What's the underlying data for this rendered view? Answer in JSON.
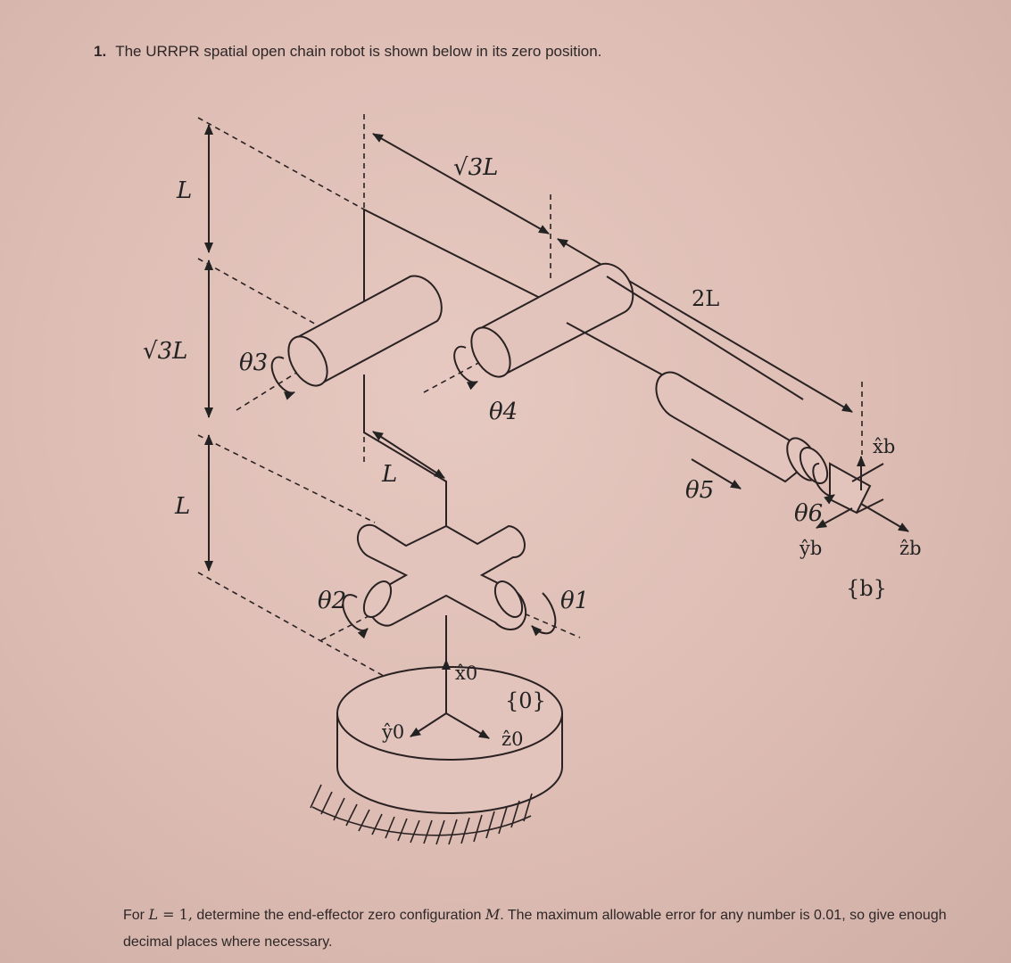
{
  "problem": {
    "number": "1.",
    "statement": "The URRPR spatial open chain robot is shown below in its zero position."
  },
  "diagram": {
    "dim_L_top": "L",
    "dim_sqrt3L_left": "√3L",
    "dim_L_bottom": "L",
    "dim_sqrt3L_top": "√3L",
    "dim_L_offset": "L",
    "dim_2L": "2L",
    "theta1": "θ1",
    "theta2": "θ2",
    "theta3": "θ3",
    "theta4": "θ4",
    "theta5": "θ5",
    "theta6": "θ6",
    "x0": "x̂0",
    "y0": "ŷ0",
    "z0": "ẑ0",
    "frame0": "{0}",
    "xb": "x̂b",
    "yb": "ŷb",
    "zb": "ẑb",
    "frameb": "{b}"
  },
  "question": {
    "prefix": "For",
    "var": "L",
    "equals": " = 1,",
    "mid": " determine the end-effector zero configuration",
    "M": "M",
    "suffix": ". The maximum allowable error for any number is 0.01, so give enough decimal places where necessary."
  }
}
